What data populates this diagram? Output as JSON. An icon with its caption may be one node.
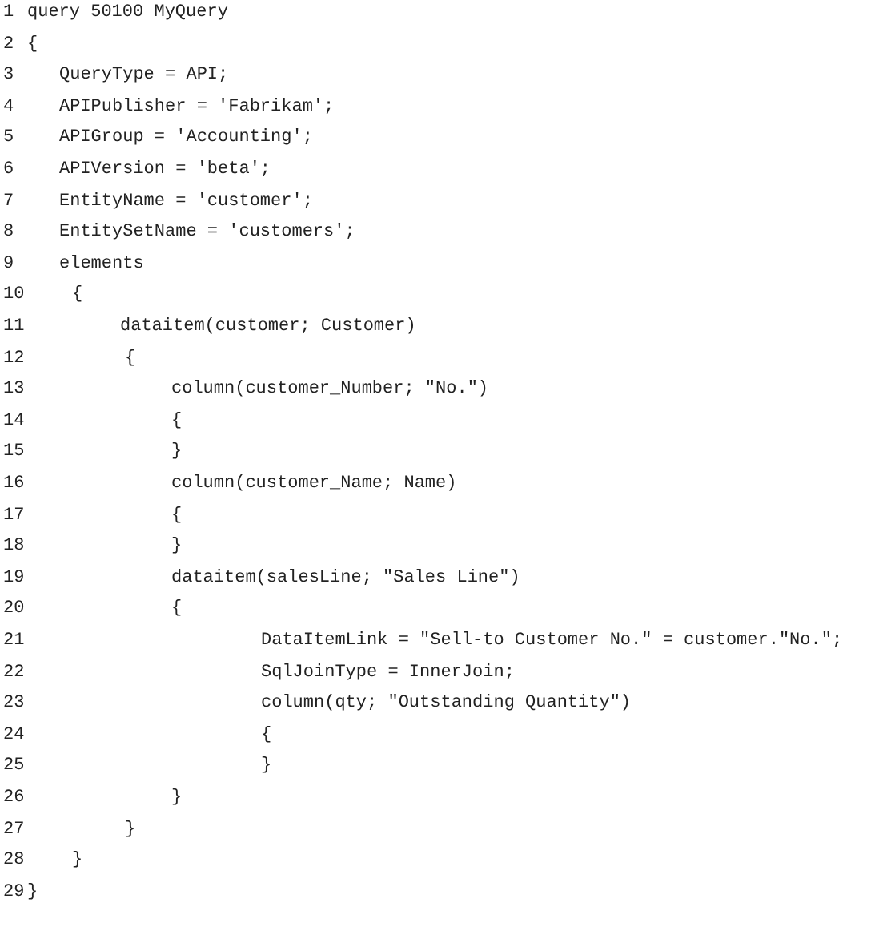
{
  "diagram": {
    "labels": [
      "1",
      "query 50100 MyQuery",
      "2",
      "{",
      "3",
      "QueryType = API;",
      "4",
      "APIPublisher = 'Fabrikam';",
      "5",
      "APIGroup = 'Accounting';",
      "6",
      "APIVersion = 'beta';",
      "7",
      "EntityName = 'customer';",
      "8",
      "EntitySetName = 'customers';",
      "9",
      "elements",
      "10",
      "{",
      "11",
      "dataitem(customer; Customer)",
      "12",
      "{",
      "13",
      "column(customer_Number; \"No.\")",
      "14",
      "{",
      "15",
      "}",
      "16",
      "column(customer_Name; Name)",
      "17",
      "{",
      "18",
      "}",
      "19",
      "dataitem(salesLine; \"Sales Line\")",
      "20",
      "{",
      "21",
      "DataItemLink = \"Sell-to Customer No.\" = customer.\"No.\";",
      "22",
      "SqlJoinType = InnerJoin;",
      "23",
      "column(qty; \"Outstanding Quantity\")",
      "24",
      "{",
      "25",
      "}",
      "26",
      "}",
      "27",
      "}",
      "28",
      "}",
      "29",
      "}"
    ]
  }
}
